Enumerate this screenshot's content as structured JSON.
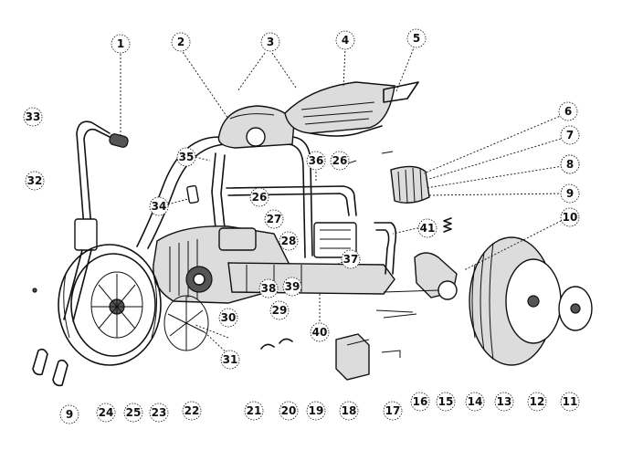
{
  "callouts": [
    "1",
    "2",
    "3",
    "4",
    "5",
    "6",
    "7",
    "8",
    "9",
    "10",
    "11",
    "12",
    "13",
    "14",
    "15",
    "16",
    "17",
    "18",
    "19",
    "20",
    "21",
    "22",
    "23",
    "24",
    "25",
    "26",
    "26",
    "27",
    "28",
    "29",
    "30",
    "31",
    "32",
    "33",
    "34",
    "35",
    "36",
    "37",
    "38",
    "39",
    "40",
    "41",
    "9",
    "8"
  ]
}
